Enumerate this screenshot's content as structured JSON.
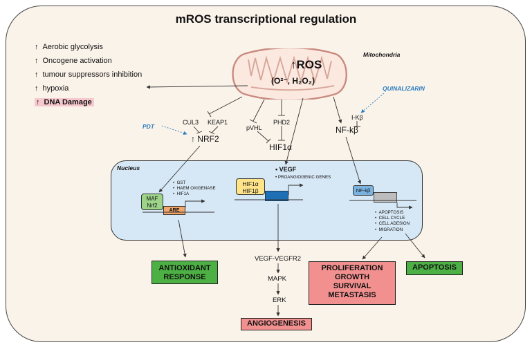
{
  "title": "mROS transcriptional regulation",
  "mitochondria": {
    "label": "Mitochondria",
    "ros": "↑ROS",
    "species": "(O²⁻, H₂O₂)"
  },
  "effects": [
    {
      "arrow": "↑",
      "text": "Aerobic glycolysis"
    },
    {
      "arrow": "↑",
      "text": "Oncogene activation"
    },
    {
      "arrow": "↑",
      "text": "tumour suppressors inhibition"
    },
    {
      "arrow": "↑",
      "text": "hypoxia"
    },
    {
      "arrow": "↑",
      "text": "DNA Damage"
    }
  ],
  "nrf2_pathway": {
    "pdt": "PDT",
    "cul3": "CUL3",
    "keap1": "KEAP1",
    "nrf2": "↑ NRF2"
  },
  "hif_pathway": {
    "pvhl": "pVHL",
    "phd2": "PHD2",
    "hif1a": "HIF1α"
  },
  "nfkb_pathway": {
    "quinalizarin": "QUINALIZARIN",
    "ikb": "I-Kβ",
    "nfkb": "NF-kβ"
  },
  "nucleus": {
    "label": "Nucleus",
    "maf": "MAF",
    "nrf2": "Nrf2",
    "are": "ARE",
    "are_genes": [
      "GST",
      "HAEM OXIGENASE",
      "HIF1A"
    ],
    "vegf": "• VEGF",
    "proangiogenic": "• PROANGIOGENIC GENES",
    "hif1a": "HIF1α",
    "hif1b": "HIF1β",
    "nfkb_box": "NF-kβ",
    "nfkb_genes": [
      "APOPTOSIS",
      "CELL CYCLE",
      "CELL ADESION",
      "MIGRATION"
    ]
  },
  "cascade": {
    "vegfr2": "VEGF-VEGFR2",
    "mapk": "MAPK",
    "erk": "ERK"
  },
  "outcomes": {
    "antioxidant": "ANTIOXIDANT RESPONSE",
    "proliferation": [
      "PROLIFERATION",
      "GROWTH",
      "SURVIVAL",
      "METASTASIS"
    ],
    "apoptosis": "APOPTOSIS",
    "angiogenesis": "ANGIOGENESIS"
  },
  "colors": {
    "frame_bg": "#faf3ea",
    "nucleus_bg": "#d6e7f5",
    "outcome_green": "#4db044",
    "outcome_red": "#f29090",
    "drug_blue": "#2a7cc0",
    "maf_green": "#9ed48a",
    "are_orange": "#f2a66a",
    "hif_yellow": "#ffe48a",
    "gene_blue": "#1e6fb4",
    "nfkb_blue": "#7ab3e0",
    "dna_highlight": "#f6c9cf"
  }
}
